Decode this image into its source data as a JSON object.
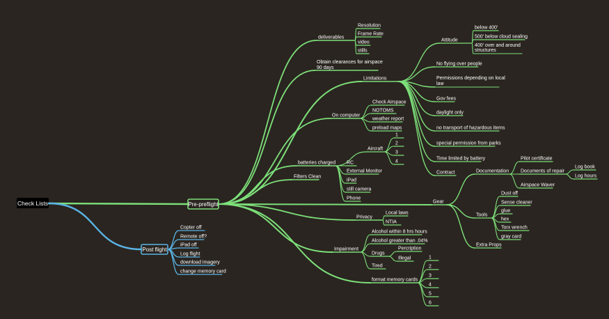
{
  "colors": {
    "background": "#2a2520",
    "green": "#7de07a",
    "blue": "#5ab4e6",
    "text": "#ffffff"
  },
  "root": "Check Lists",
  "preflight": {
    "label": "Pre-preflight",
    "deliverables": {
      "label": "deliverables",
      "items": [
        "Resolution",
        "Frame Rate",
        "video",
        "stills"
      ]
    },
    "clearances": {
      "line1": "Obtain clearances for airspace",
      "line2": "90 days"
    },
    "limitations": {
      "label": "Limitations",
      "attitude": {
        "label": "Attitude",
        "items": [
          "below 400'",
          "500' below cloud sealing",
          "400' over and around",
          "structures"
        ]
      },
      "no_flying": "No flying over people",
      "permissions": {
        "line1": "Permissions depending on local",
        "line2": "law"
      },
      "gov_fees": "Gov fees",
      "daylight": "daylight only",
      "no_transport": "no transport of hazardous items",
      "special_permission": "special permission from parks",
      "time_limited": "Time limited by battery",
      "contract": "Contract"
    },
    "on_computer": {
      "label": "On computer",
      "items": [
        "Check Airspace",
        "NOTOMS",
        "weather report",
        "preload maps"
      ]
    },
    "batteries": {
      "label": "batteries charged",
      "aircraft": {
        "label": "Aircraft",
        "items": [
          "1",
          "2",
          "3",
          "4"
        ]
      },
      "items": [
        "RC",
        "External Monitor",
        "iPad",
        "still camera",
        "Phone"
      ]
    },
    "filters": "Filters Clean",
    "gear": {
      "label": "Gear",
      "documentation": {
        "label": "Documentation",
        "pilot_certificate": "Pilot certificate",
        "documents_of_repair": {
          "label": "Documents of repair",
          "items": [
            "Log book",
            "Log hours"
          ]
        },
        "airspace_waver": "Airspace Waver"
      },
      "tools": {
        "label": "Tools",
        "items": [
          "Dust off",
          "Sense cleaner",
          "glue",
          "hex",
          "Torx wrench",
          "gray card"
        ]
      },
      "extra_props": "Extra Props"
    },
    "privacy": {
      "label": "Privacy",
      "items": [
        "Local laws",
        "NTIA"
      ]
    },
    "impairment": {
      "label": "Impairment",
      "alcohol1": "Alcohol within 8 hrs hours",
      "alcohol2": "Alcohol greater than .04%",
      "drugs": {
        "label": "Drugs",
        "items": [
          "Percription",
          "Illegal"
        ]
      },
      "tired": "Tired"
    },
    "memory": {
      "label": "format memory cards",
      "items": [
        "1",
        "2",
        "3",
        "4",
        "5",
        "6"
      ]
    }
  },
  "postflight": {
    "label": "Post flight",
    "items": [
      "Copter off",
      "Remote off?",
      "iPad off",
      "Log flight",
      "download imagery",
      "change memory card"
    ]
  }
}
